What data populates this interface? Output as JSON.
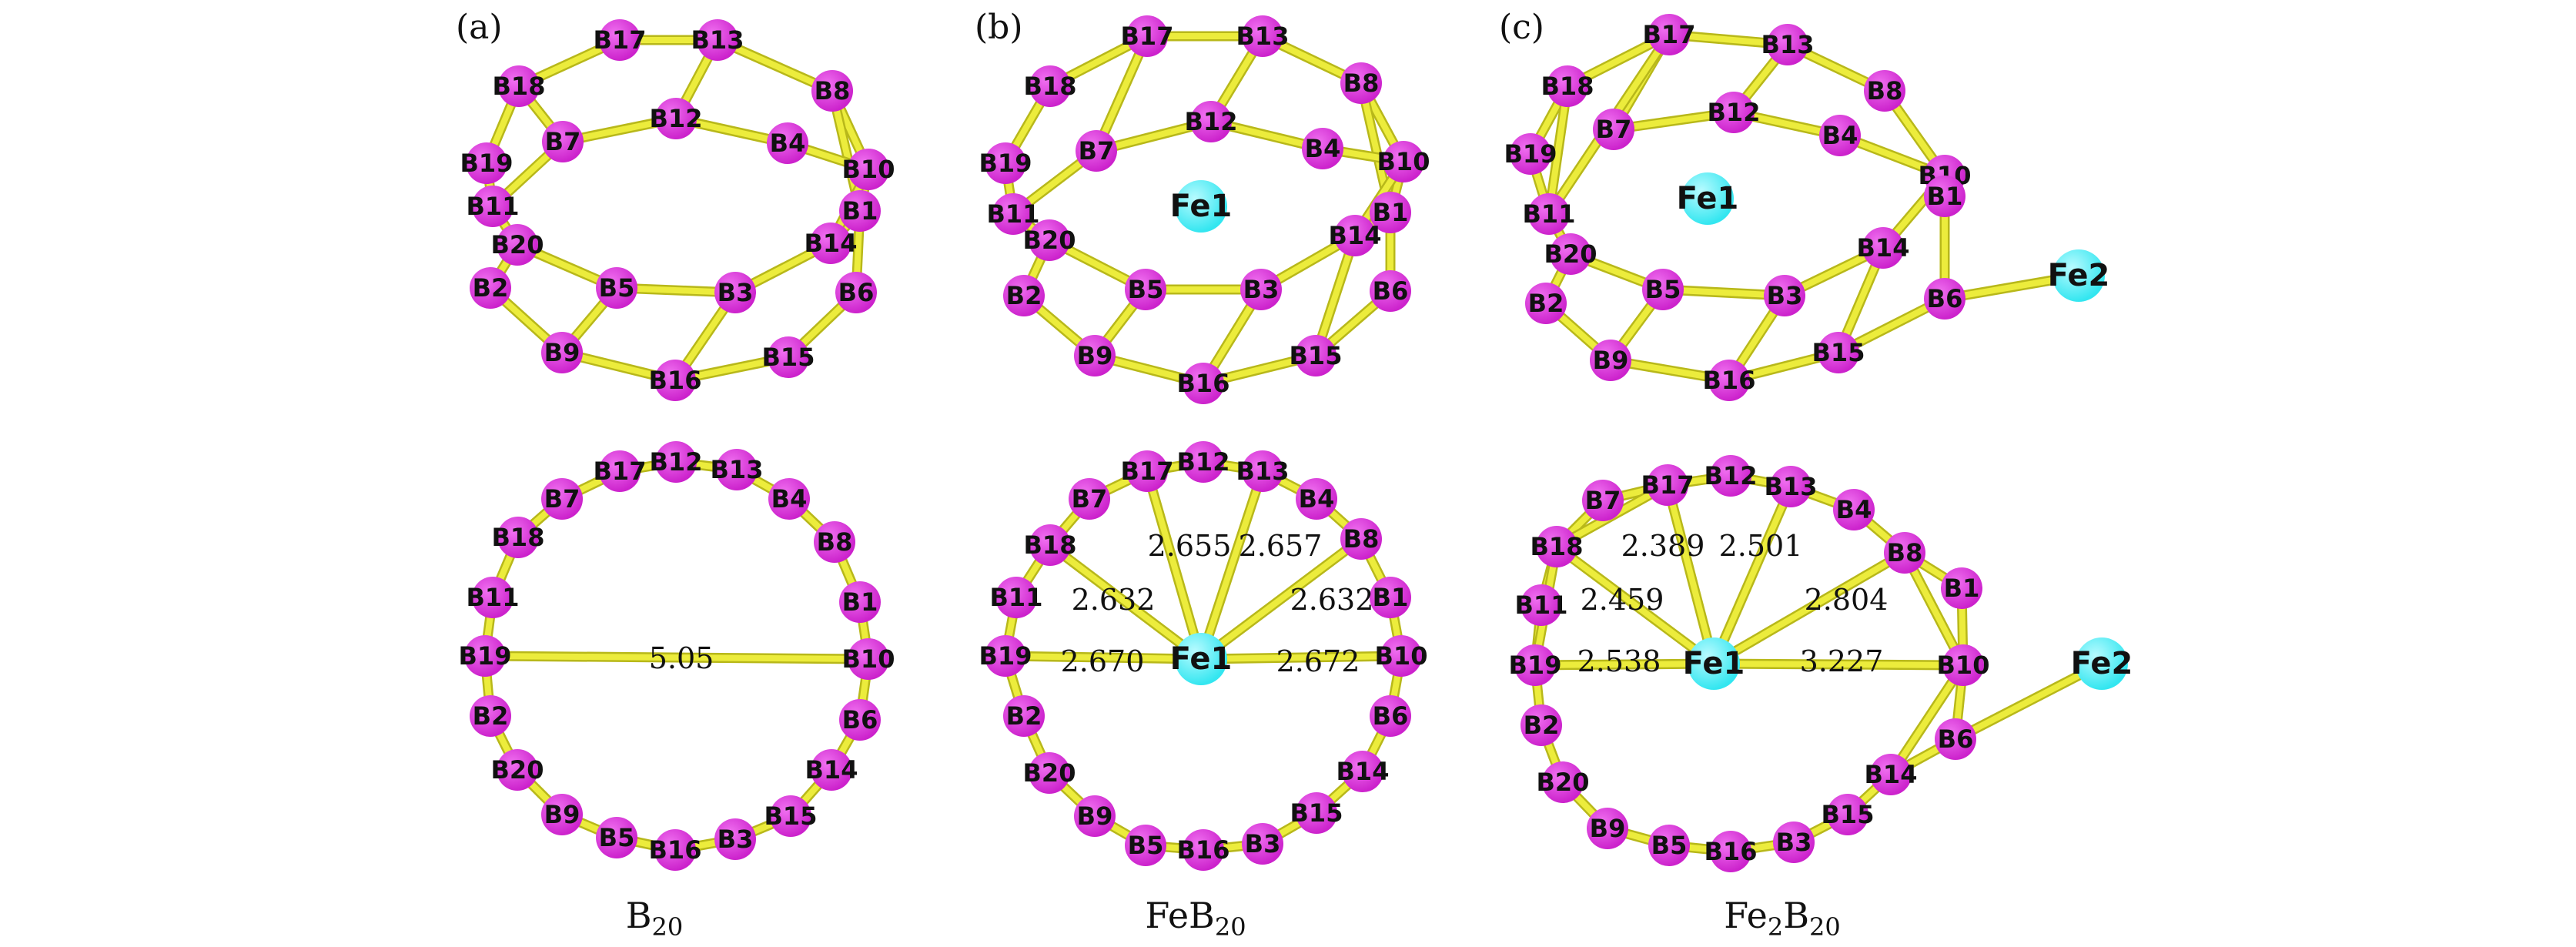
{
  "colors": {
    "boron": "#cc22cc",
    "boron_highlight": "#f070f0",
    "iron": "#33e6f0",
    "iron_highlight": "#b8fbff",
    "bond": "#ecec3c",
    "bond_edge": "#b8b81a",
    "text": "#111111"
  },
  "panels": [
    {
      "id": "a",
      "label": "(a)",
      "formula": [
        "B",
        "20",
        ""
      ]
    },
    {
      "id": "b",
      "label": "(b)",
      "formula": [
        "FeB",
        "20",
        ""
      ]
    },
    {
      "id": "c",
      "label": "(c)",
      "formula": [
        "Fe",
        "2",
        "B",
        "20"
      ]
    }
  ],
  "distances": {
    "a_bottom": [
      "5.05"
    ],
    "b_bottom": [
      "2.655",
      "2.657",
      "2.632",
      "2.632",
      "2.670",
      "2.672"
    ],
    "c_bottom": [
      "2.389",
      "2.501",
      "2.459",
      "2.804",
      "2.538",
      "3.227"
    ]
  },
  "atom_names": [
    "B1",
    "B2",
    "B3",
    "B4",
    "B5",
    "B6",
    "B7",
    "B8",
    "B9",
    "B10",
    "B11",
    "B12",
    "B13",
    "B14",
    "B15",
    "B16",
    "B17",
    "B18",
    "B19",
    "B20",
    "Fe1",
    "Fe2"
  ]
}
